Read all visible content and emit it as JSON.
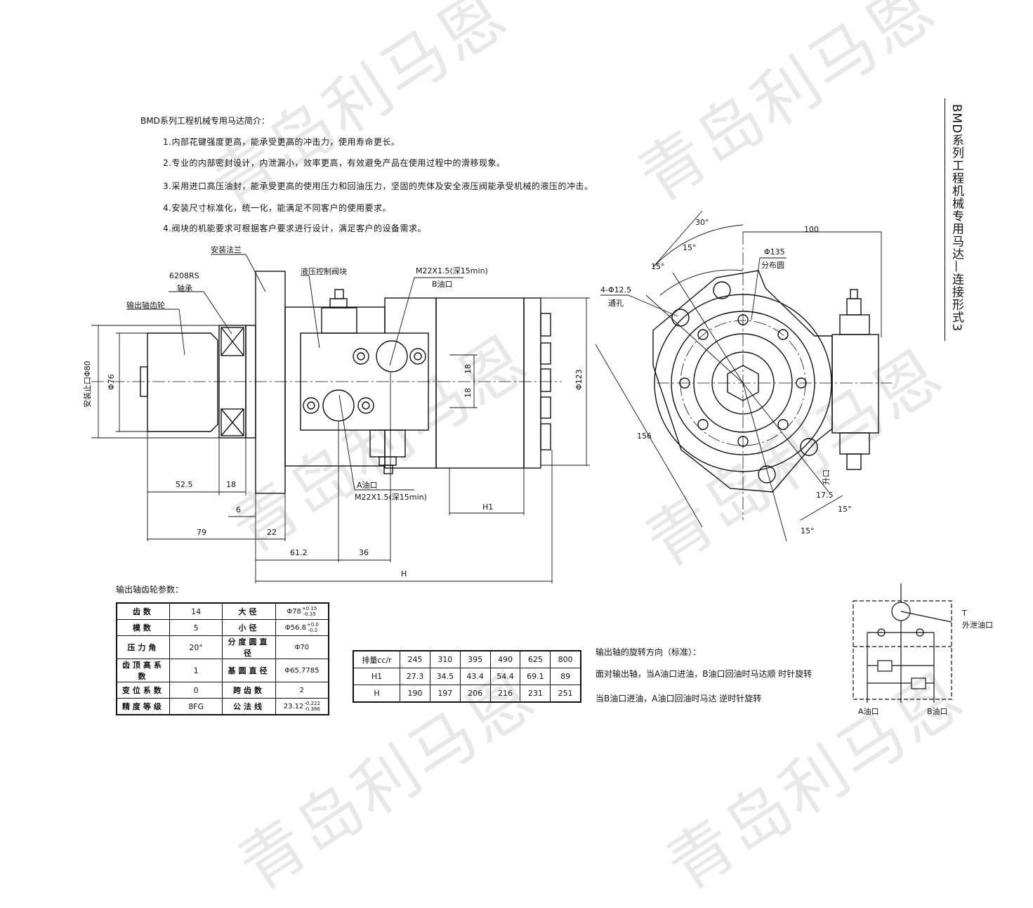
{
  "intro": {
    "title": "BMD系列工程机械专用马达简介：",
    "items": [
      "1.内部花键强度更高，能承受更高的冲击力，使用寿命更长。",
      "2.专业的内部密封设计，内泄漏小，效率更高，有效避免产品在使用过程中的滑移现象。",
      "3.采用进口高压油封，能承受更高的使用压力和回油压力，坚固的壳体及安全液压阀能承受机械的液压的冲击。",
      "4.安装尺寸标准化，统一化，能满足不同客户的使用要求。",
      "4.阀块的机能要求可根据客户要求进行设计，满足客户的设备需求。"
    ]
  },
  "side_title": "BMD系列工程机械专用马达—连接形式3",
  "watermark": "青岛利马恩",
  "drawing": {
    "labels": {
      "flange": "安装法兰",
      "bearing": "6208RS",
      "bearing2": "轴承",
      "output_gear": "输出轴齿轮",
      "valve_block": "液压控制阀块",
      "port_b_thread": "M22X1.5(深15min)",
      "port_b": "B油口",
      "port_a": "A油口",
      "port_a_thread": "M22X1.5(深15min)",
      "spigot": "安装止口Φ80",
      "holes": "4-Φ12.5",
      "holes2": "通孔",
      "pcd": "Φ135",
      "pcd2": "分布圆",
      "lift": "升口"
    },
    "dims": {
      "d76": "Φ76",
      "d123": "Φ123",
      "d52_5": "52.5",
      "d18": "18",
      "d6": "6",
      "d79": "79",
      "d22": "22",
      "d61_2": "61.2",
      "d36": "36",
      "dH": "H",
      "dH1": "H1",
      "d18a": "18",
      "d18b": "18",
      "a30": "30°",
      "a15a": "15°",
      "a15b": "15°",
      "d100": "100",
      "d156": "156",
      "d17_5": "17.5",
      "a15c": "15°",
      "a15d": "15°"
    }
  },
  "gear_params": {
    "title": "输出轴齿轮参数：",
    "rows": [
      [
        "齿数",
        "14",
        "大径",
        "Φ78",
        "+0.15",
        "-0.35"
      ],
      [
        "模数",
        "5",
        "小径",
        "Φ56.8",
        "+0.0",
        "-0.2"
      ],
      [
        "压力角",
        "20°",
        "分度圆直径",
        "Φ70",
        "",
        ""
      ],
      [
        "齿顶高系数",
        "1",
        "基圆直径",
        "Φ65.7785",
        "",
        ""
      ],
      [
        "变位系数",
        "0",
        "跨齿数",
        "2",
        "",
        ""
      ],
      [
        "精度等级",
        "8FG",
        "公法线",
        "23.12",
        "-0.222",
        "-0.386"
      ]
    ]
  },
  "displacement": {
    "header": [
      "排量cc/r",
      "245",
      "310",
      "395",
      "490",
      "625",
      "800"
    ],
    "rows": [
      [
        "H1",
        "27.3",
        "34.5",
        "43.4",
        "54.4",
        "69.1",
        "89"
      ],
      [
        "H",
        "190",
        "197",
        "206",
        "216",
        "231",
        "251"
      ]
    ]
  },
  "rotation": {
    "title": "输出轴的旋转方向（标准）：",
    "line1": "面对输出轴，当A油口进油，B油口回油时马达顺 时针旋转",
    "line2": "当B油口进油，A油口回油时马达 逆时针旋转"
  },
  "schematic": {
    "t": "T",
    "drain": "外泄油口",
    "a": "A油口",
    "b": "B油口"
  }
}
